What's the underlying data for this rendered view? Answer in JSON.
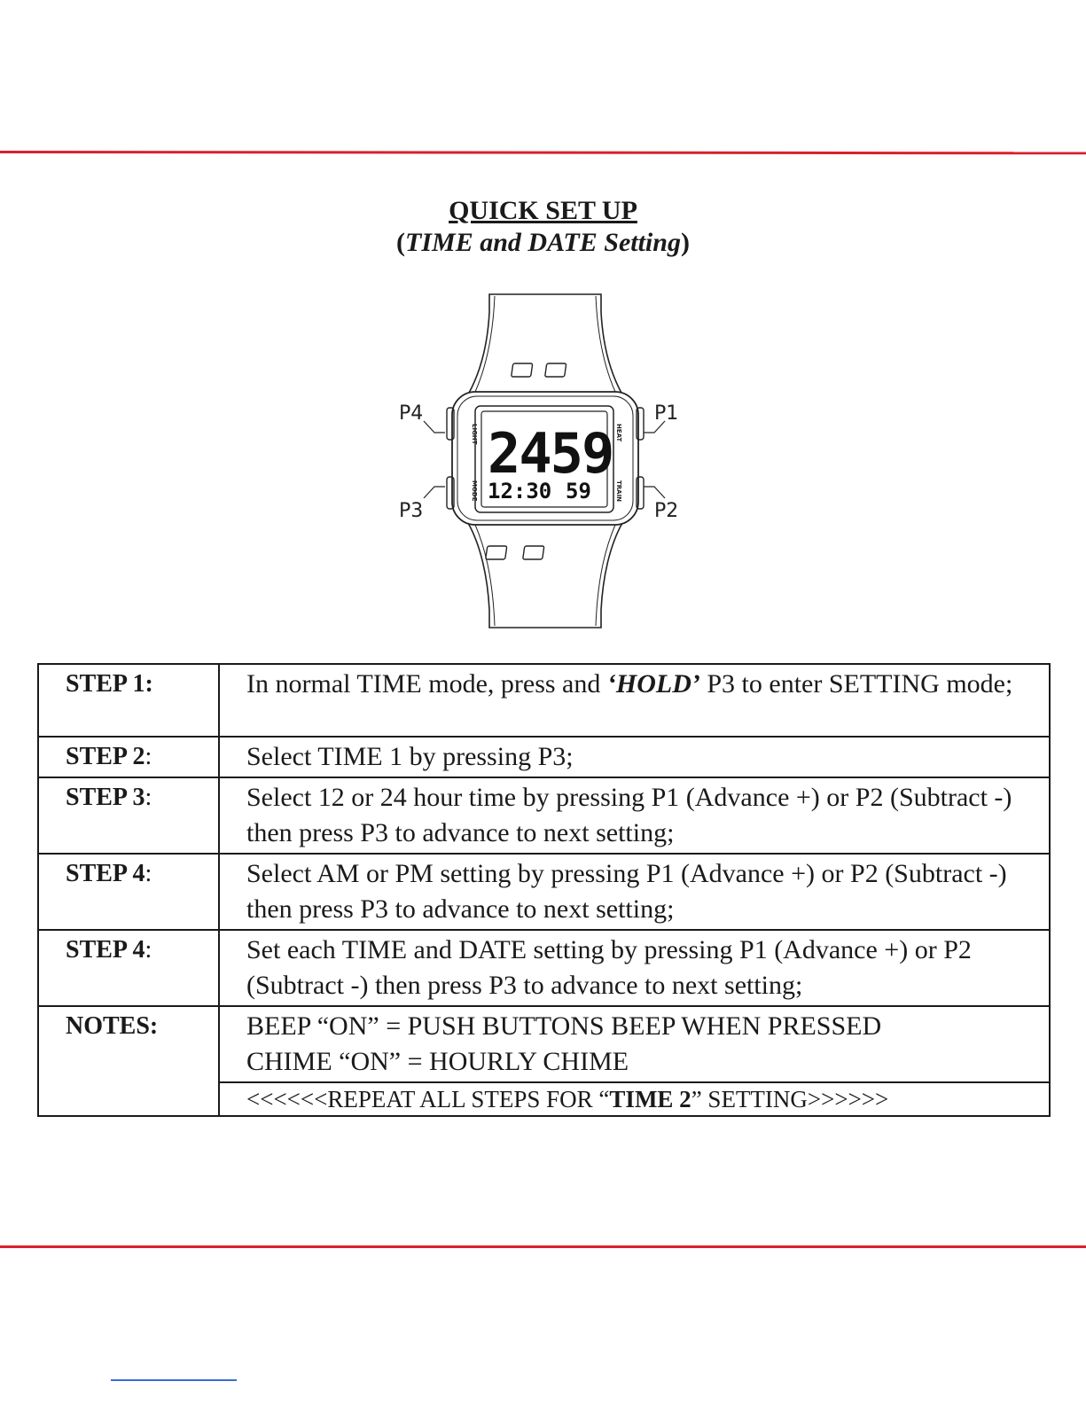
{
  "title": {
    "line1": "QUICK SET UP",
    "line2_open": "(",
    "line2_italic": "TIME and DATE Setting",
    "line2_close": ")"
  },
  "watch": {
    "buttons": {
      "p1": "P1",
      "p2": "P2",
      "p3": "P3",
      "p4": "P4"
    },
    "bezel_labels": {
      "light": "LIGHT",
      "mode": "MODE",
      "heat": "HEAT",
      "train": "TRAIN"
    },
    "display": {
      "main": "2459",
      "sub_left": "12:30",
      "sub_right": "59"
    }
  },
  "steps": [
    {
      "label": "STEP 1:",
      "text_before": "In normal TIME mode, press and ",
      "hold": "‘HOLD’",
      "text_after": " P3 to enter SETTING mode;"
    },
    {
      "label": "STEP 2",
      "colon": ":",
      "text": "Select TIME 1 by pressing P3;"
    },
    {
      "label": "STEP 3",
      "colon": ":",
      "text": "Select 12 or 24 hour time by pressing P1 (Advance +) or P2 (Subtract -) then press P3 to advance to next setting;"
    },
    {
      "label": "STEP 4",
      "colon": ":",
      "text": "Select AM or PM setting by pressing P1 (Advance +) or P2 (Subtract -) then press P3 to advance to next setting;"
    },
    {
      "label": "STEP 4",
      "colon": ":",
      "text": "Set each TIME and DATE setting by pressing P1 (Advance +) or P2 (Subtract -) then press P3 to advance to next setting;"
    }
  ],
  "notes": {
    "label": "NOTES:",
    "line1": "BEEP “ON” = PUSH BUTTONS BEEP WHEN PRESSED",
    "line2": "CHIME “ON” = HOURLY CHIME",
    "repeat_before": "<<<<<<REPEAT ALL STEPS FOR “",
    "repeat_bold": "TIME 2",
    "repeat_after": "” SETTING>>>>>>"
  },
  "colors": {
    "rule": "#d8202e",
    "link": "#3a6bd8"
  }
}
